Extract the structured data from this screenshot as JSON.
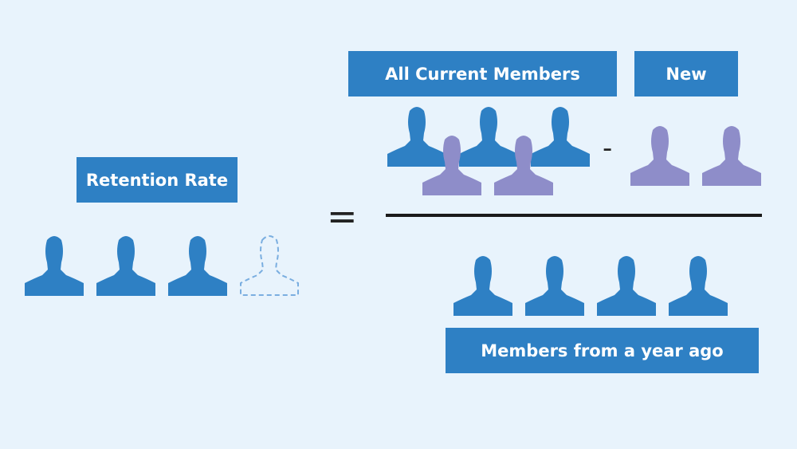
{
  "labels": {
    "retention_rate": "Retention Rate",
    "all_current_members": "All Current Members",
    "new": "New",
    "members_year_ago": "Members from a year ago"
  },
  "operators": {
    "equals": "=",
    "minus": "-"
  },
  "colors": {
    "member": "#2e80c4",
    "new_member": "#8e8dc9",
    "lost_member_outline": "#7aaee0",
    "label_bg": "#2e80c4",
    "background": "#e8f3fc"
  },
  "icons": {
    "member": "person-icon",
    "new_member": "person-icon",
    "lost_member": "dashed-person-icon"
  }
}
